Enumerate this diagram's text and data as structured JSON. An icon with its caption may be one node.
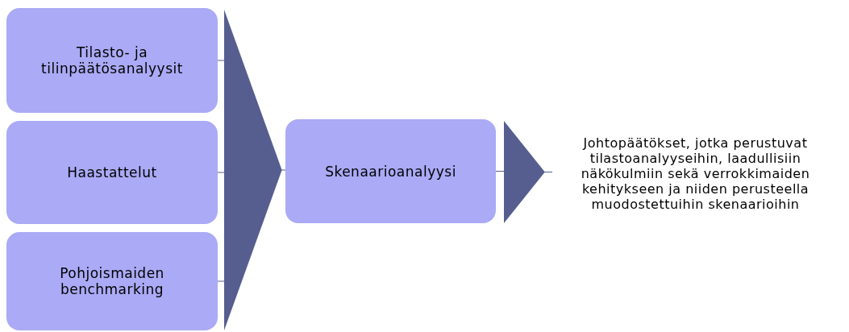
{
  "diagram": {
    "nodes": [
      {
        "text": [
          "Tilasto- ja tilinpäätösanalyysit"
        ]
      },
      {
        "text": [
          "Haastattelut"
        ]
      },
      {
        "text": [
          "Pohjoismaiden benchmarking"
        ]
      },
      {
        "text": [
          "Skenaarioanalyysi"
        ]
      },
      {
        "text": [
          "Johtopäätökset, jotka perustuvat tilastoanalyyseihin, laadullisiin näkökulmiin sekä verrokkimaiden kehitykseen ja niiden perusteella muodostettuihin skenaarioihin"
        ]
      }
    ],
    "edges": [
      {
        "from": 0,
        "to": 3,
        "arrow": "to"
      },
      {
        "from": 1,
        "to": 3,
        "arrow": "to"
      },
      {
        "from": 2,
        "to": 3,
        "arrow": "to"
      },
      {
        "from": 3,
        "to": 4,
        "arrow": "to"
      }
    ]
  }
}
